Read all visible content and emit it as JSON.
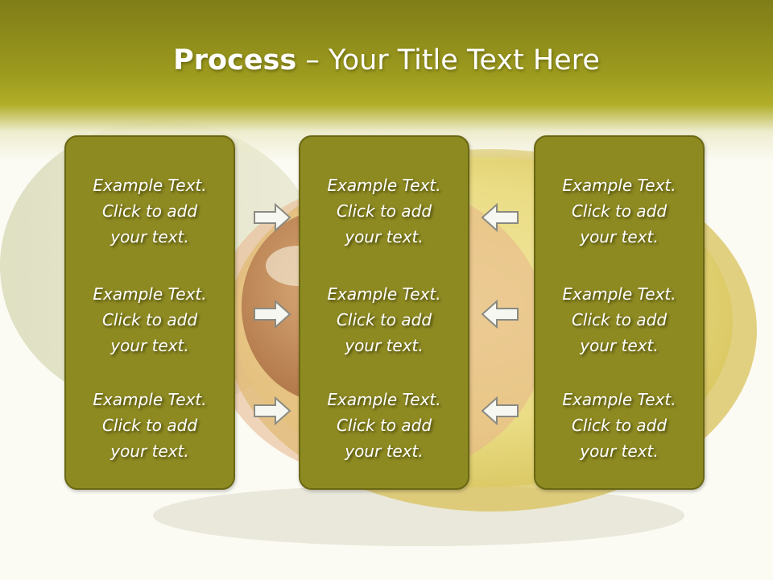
{
  "title": {
    "bold": "Process",
    "rest": " – Your Title Text Here"
  },
  "panels": [
    {
      "items": [
        "Example Text.\nClick  to add\nyour text.",
        "Example Text.\nClick  to add\nyour text.",
        "Example Text.\nClick  to add\nyour text."
      ]
    },
    {
      "items": [
        "Example Text.\nClick  to add\nyour text.",
        "Example Text.\nClick  to add\nyour text.",
        "Example Text.\nClick  to add\nyour text."
      ]
    },
    {
      "items": [
        "Example Text.\nClick  to add\nyour text.",
        "Example Text.\nClick  to add\nyour text.",
        "Example Text.\nClick  to add\nyour text."
      ]
    }
  ],
  "arrow_icons": [
    "right-arrow-icon",
    "left-arrow-icon"
  ],
  "colors": {
    "panel": "#8e8a22",
    "header": "#9c9a1e",
    "text": "#ffffff"
  }
}
